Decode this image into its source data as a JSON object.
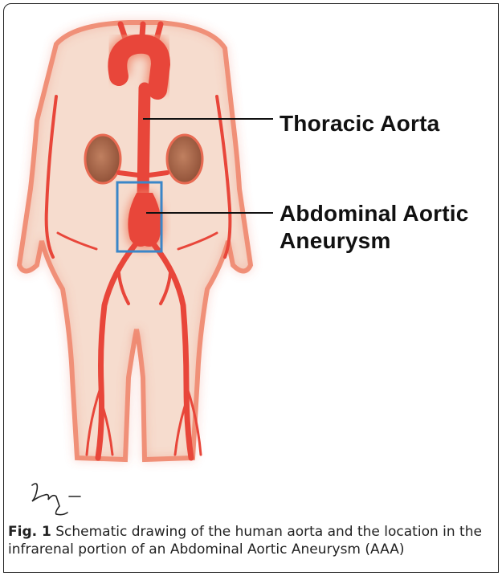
{
  "figure": {
    "labels": {
      "thoracic_aorta": "Thoracic Aorta",
      "aaa_line1": "Abdominal Aortic",
      "aaa_line2": "Aneurysm"
    },
    "caption": {
      "fig_label": "Fig. 1",
      "text": "Schematic drawing of the human aorta and the location in the infrarenal portion of an Abdominal Aortic Aneurysm (AAA)"
    }
  },
  "colors": {
    "skin": "#f6d8c8",
    "vessel": "#e8463a",
    "vessel_glow": "#f08a70",
    "kidney": "#9a5a3e",
    "highlight_box": "#3a86c8",
    "pointer_line": "#111111"
  }
}
